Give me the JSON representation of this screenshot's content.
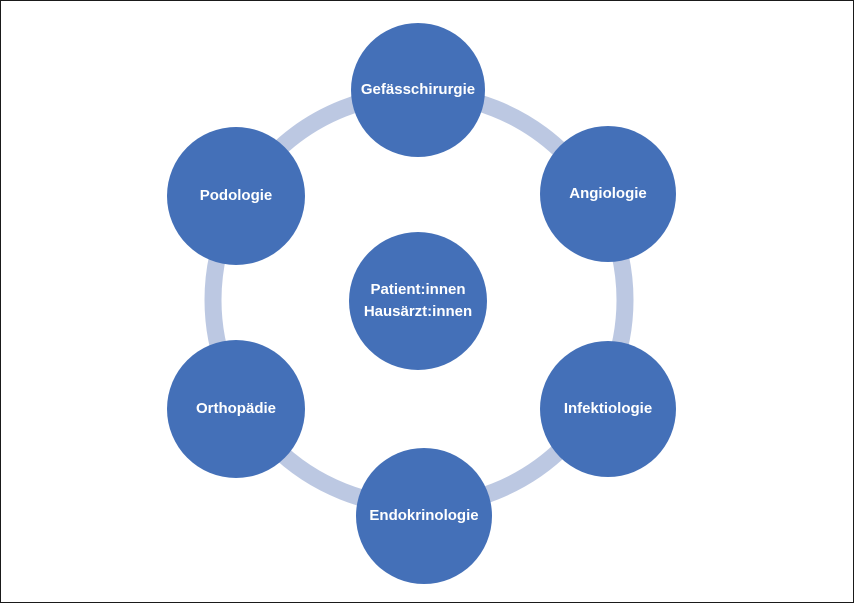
{
  "colors": {
    "node_fill": "#4470b8",
    "ring": "#bcc8e2",
    "text": "#ffffff",
    "border": "#1a1a1a"
  },
  "center": {
    "line1": "Patient:innen",
    "line2": "Hausärzt:innen"
  },
  "nodes": [
    {
      "label": "Gefässchirurgie"
    },
    {
      "label": "Angiologie"
    },
    {
      "label": "Infektiologie"
    },
    {
      "label": "Endokrinologie"
    },
    {
      "label": "Orthopädie"
    },
    {
      "label": "Podologie"
    }
  ]
}
